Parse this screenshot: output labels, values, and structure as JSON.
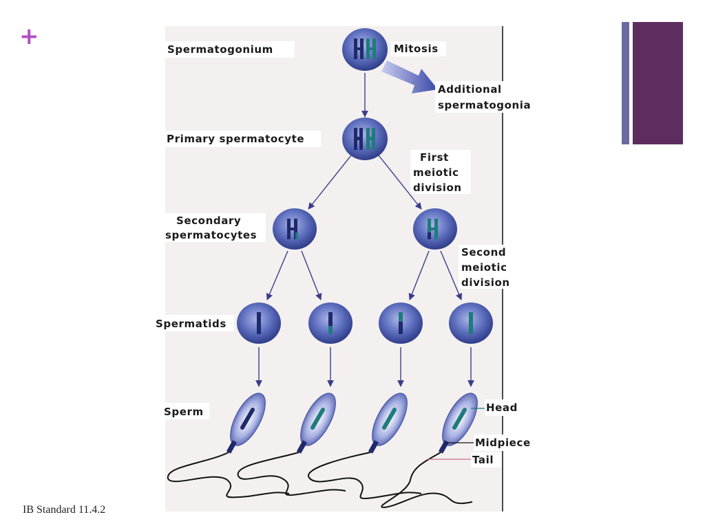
{
  "slide": {
    "plus_symbol": "+",
    "footer": "IB Standard 11.4.2",
    "colors": {
      "plus": "#b04fc3",
      "accent_bar_thin": "#6b6aa3",
      "accent_bar_wide": "#5e2d60",
      "cell": "#4a5ba8",
      "chromosome_dark": "#1f2a6a",
      "chromosome_teal": "#1f7b7a",
      "arrow": "#3a3d8a"
    }
  },
  "diagram": {
    "labels": {
      "spermatogonium": "Spermatogonium",
      "mitosis": "Mitosis",
      "additional_1": "Additional",
      "additional_2": "spermatogonia",
      "primary": "Primary spermatocyte",
      "first_1": "First",
      "first_2": "meiotic",
      "first_3": "division",
      "secondary_1": "Secondary",
      "secondary_2": "spermatocytes",
      "second_1": "Second",
      "second_2": "meiotic",
      "second_3": "division",
      "spermatids": "Spermatids",
      "sperm": "Sperm",
      "head": "Head",
      "midpiece": "Midpiece",
      "tail": "Tail"
    }
  }
}
